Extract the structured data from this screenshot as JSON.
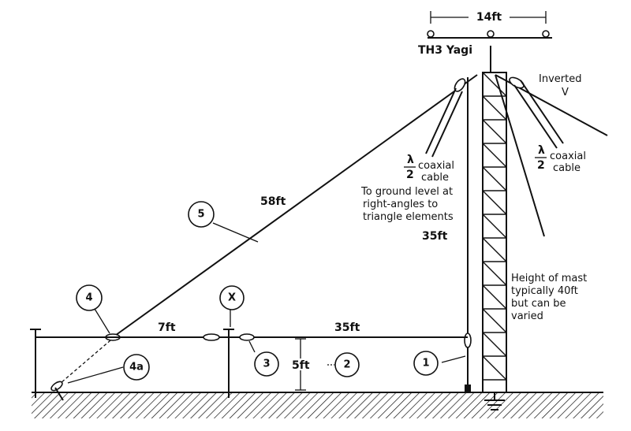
{
  "labels": {
    "boom_length": "14ft",
    "yagi": "TH3 Yagi",
    "inverted_v_line1": "Inverted",
    "inverted_v_line2": "V",
    "coax_fraction_num": "λ",
    "coax_fraction_den": "2",
    "coax_word1": "coaxial",
    "coax_word2": "cable",
    "ground_note_line1": "To ground level at",
    "ground_note_line2": "right-angles to",
    "ground_note_line3": "triangle elements",
    "sloper_length": "58ft",
    "drop_length": "35ft",
    "mast_note_line1": "Height of mast",
    "mast_note_line2": "typically 40ft",
    "mast_note_line3": "but can be",
    "mast_note_line4": "varied",
    "horizontal_length": "35ft",
    "gap_length": "7ft",
    "post_height": "5ft"
  },
  "callouts": {
    "c1": "1",
    "c2": "2",
    "c3": "3",
    "c4": "4",
    "c4a": "4a",
    "c5": "5",
    "cx": "X"
  }
}
